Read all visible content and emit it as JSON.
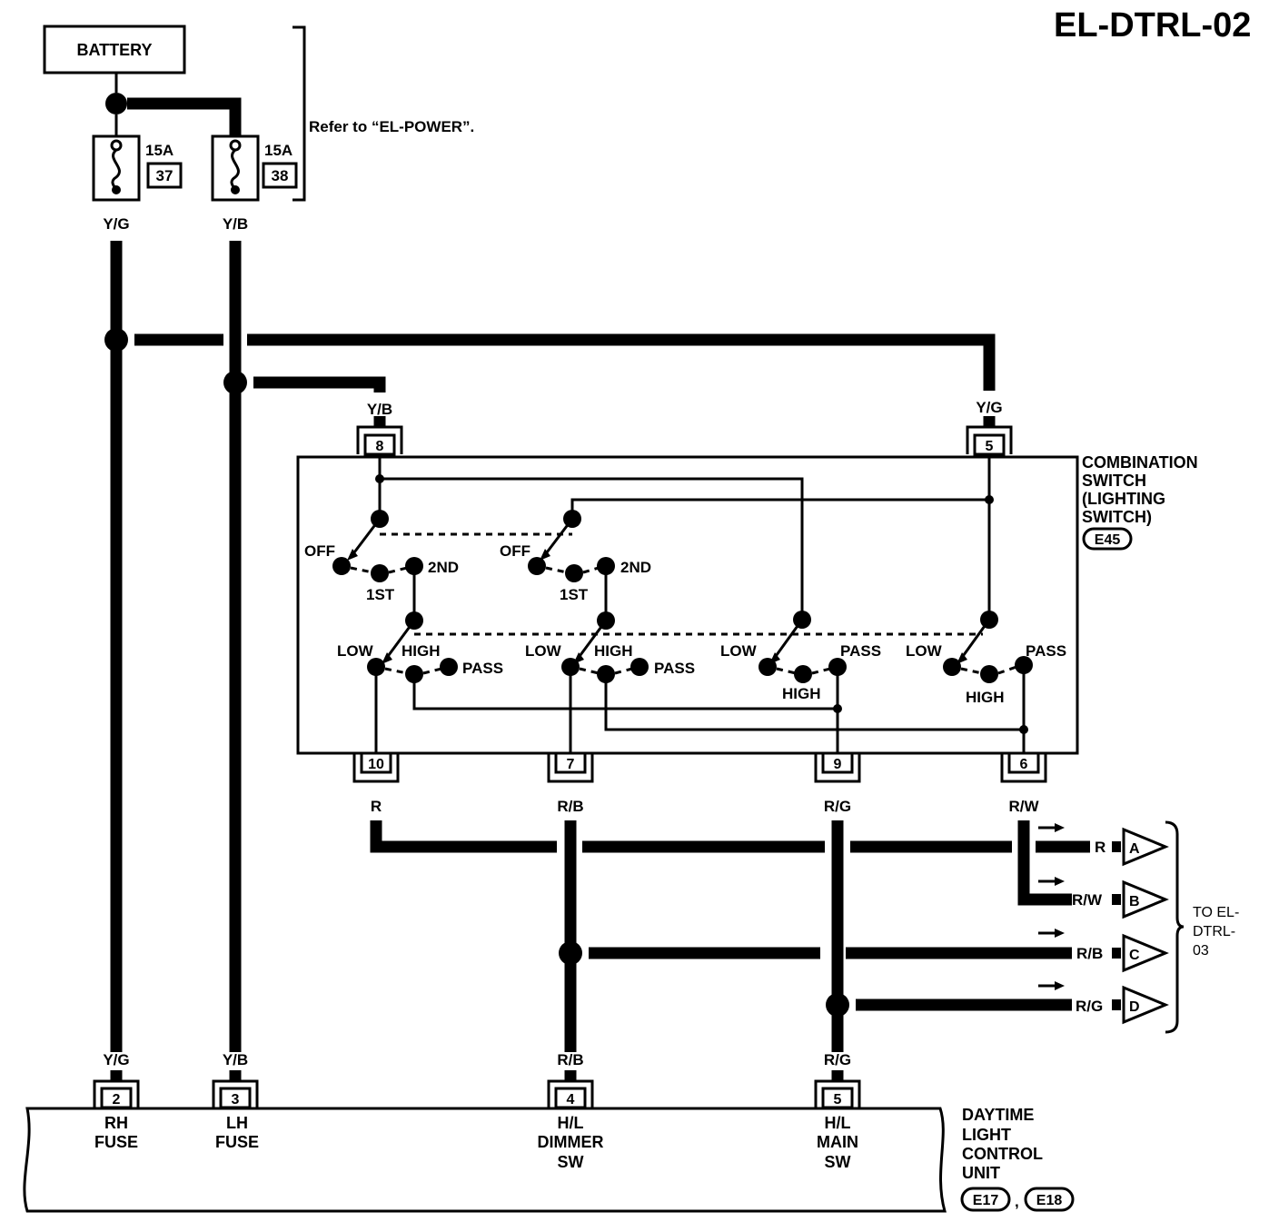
{
  "title": "EL-DTRL-02",
  "battery": "BATTERY",
  "refer": "Refer to “EL-POWER”.",
  "fuses": [
    {
      "amp": "15A",
      "num": "37",
      "wire": "Y/G"
    },
    {
      "amp": "15A",
      "num": "38",
      "wire": "Y/B"
    }
  ],
  "combo": {
    "name": [
      "COMBINATION",
      "SWITCH",
      "(LIGHTING",
      "SWITCH)"
    ],
    "conn": "E45",
    "in_pins": [
      {
        "pin": "8",
        "wire": "Y/B"
      },
      {
        "pin": "5",
        "wire": "Y/G"
      }
    ],
    "out_pins": [
      {
        "pin": "10",
        "wire": "R"
      },
      {
        "pin": "7",
        "wire": "R/B"
      },
      {
        "pin": "9",
        "wire": "R/G"
      },
      {
        "pin": "6",
        "wire": "R/W"
      }
    ],
    "labels": {
      "off": "OFF",
      "first": "1ST",
      "second": "2ND",
      "low": "LOW",
      "high": "HIGH",
      "pass": "PASS"
    }
  },
  "connectors": [
    {
      "wire": "R",
      "letter": "A"
    },
    {
      "wire": "R/W",
      "letter": "B"
    },
    {
      "wire": "R/B",
      "letter": "C"
    },
    {
      "wire": "R/G",
      "letter": "D"
    }
  ],
  "to_ref": [
    "TO EL-",
    "DTRL-",
    "03"
  ],
  "unit": {
    "name": [
      "DAYTIME",
      "LIGHT",
      "CONTROL",
      "UNIT"
    ],
    "conn1": "E17",
    "sep": ",",
    "conn2": "E18",
    "pins": [
      {
        "pin": "2",
        "wire": "Y/G",
        "label": [
          "RH",
          "FUSE"
        ]
      },
      {
        "pin": "3",
        "wire": "Y/B",
        "label": [
          "LH",
          "FUSE"
        ]
      },
      {
        "pin": "4",
        "wire": "R/B",
        "label": [
          "H/L",
          "DIMMER",
          "SW"
        ]
      },
      {
        "pin": "5",
        "wire": "R/G",
        "label": [
          "H/L",
          "MAIN",
          "SW"
        ]
      }
    ]
  }
}
